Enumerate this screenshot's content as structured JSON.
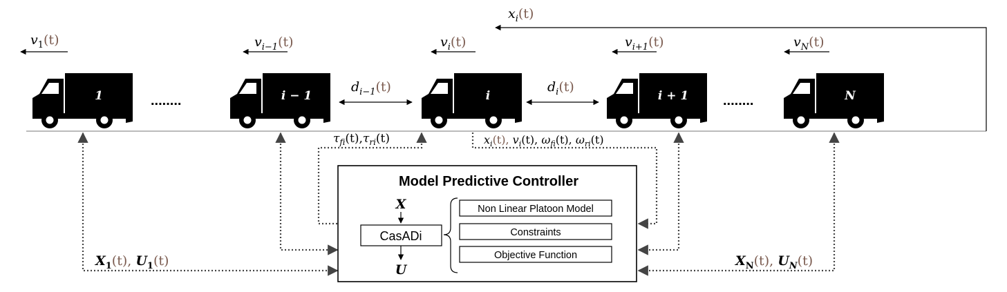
{
  "colors": {
    "ink": "#000000",
    "paren": "#7a5a4e",
    "grey": "#595959",
    "box_stroke": "#000000"
  },
  "controller": {
    "title": "Model Predictive Controller",
    "solver": "CasADi",
    "input": "X",
    "output": "U",
    "components": [
      "Non Linear Platoon Model",
      "Constraints",
      "Objective Function"
    ]
  },
  "vehicles": [
    {
      "label": "1",
      "velocity": {
        "v": "v",
        "sub": "1",
        "arg": "(t)"
      }
    },
    {
      "label": "i − 1",
      "velocity": {
        "v": "v",
        "sub": "i−1",
        "arg": "(t)"
      }
    },
    {
      "label": "i",
      "velocity": {
        "v": "v",
        "sub": "i",
        "arg": "(t)"
      }
    },
    {
      "label": "i + 1",
      "velocity": {
        "v": "v",
        "sub": "i+1",
        "arg": "(t)"
      }
    },
    {
      "label": "N",
      "velocity": {
        "v": "v",
        "sub": "N",
        "arg": "(t)"
      }
    }
  ],
  "gaps": [
    {
      "v": "d",
      "sub": "i−1",
      "arg": "(t)"
    },
    {
      "v": "d",
      "sub": "i",
      "arg": "(t)"
    }
  ],
  "signals": {
    "feedback_top": {
      "v": "x",
      "sub": "i",
      "arg": "(t)"
    },
    "torque": {
      "t1": "τ",
      "s1": "fi",
      "a1": "(t),",
      "t2": "τ",
      "s2": "ri",
      "a2": "(t)"
    },
    "states": {
      "p1": "x",
      "s1": "i",
      "a1": "(t), ",
      "p2": "v",
      "s2": "i",
      "a2": "(t), ",
      "p3": "ω",
      "s3": "fi",
      "a3": "(t), ",
      "p4": "ω",
      "s4": "ri",
      "a4": "(t)"
    },
    "first": {
      "x": "X",
      "xs": "1",
      "xa": "(t), ",
      "u": "U",
      "us": "1",
      "ua": "(t)"
    },
    "last": {
      "x": "X",
      "xs": "N",
      "xa": "(t), ",
      "u": "U",
      "us": "N",
      "ua": "(t)"
    }
  },
  "ellipsis": "........"
}
